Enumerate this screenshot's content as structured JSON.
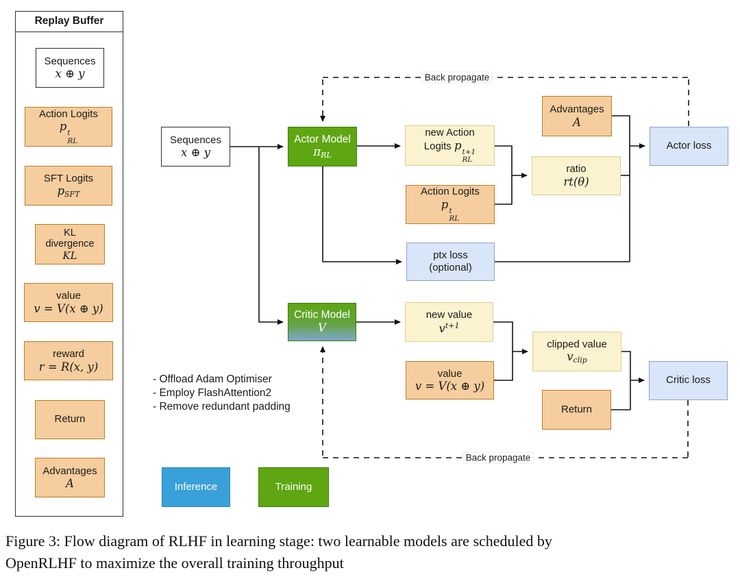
{
  "replay_buffer": {
    "title": "Replay Buffer",
    "items": {
      "sequences": {
        "line1": "Sequences",
        "math": "x ⊕ y"
      },
      "action_logits": {
        "line1": "Action Logits",
        "base": "p",
        "sup": "t",
        "sub": "RL"
      },
      "sft_logits": {
        "line1": "SFT Logits",
        "base": "p",
        "sub": "SFT"
      },
      "kl": {
        "line1": "KL",
        "line2": "divergence",
        "math": "KL"
      },
      "value": {
        "line1": "value",
        "math": "v = V(x ⊕ y)"
      },
      "reward": {
        "line1": "reward",
        "math": "r = R(x, y)"
      },
      "return": {
        "line1": "Return"
      },
      "advantages": {
        "line1": "Advantages",
        "math": "A"
      }
    }
  },
  "flow": {
    "sequences": {
      "line1": "Sequences",
      "math": "x ⊕ y"
    },
    "actor_model": {
      "line1": "Actor Model",
      "base": "π",
      "sub": "RL"
    },
    "critic_model": {
      "line1": "Critic Model",
      "math": "V"
    },
    "new_action_logits": {
      "line1": "new Action",
      "line2": "Logits",
      "base": "p",
      "sup": "t+1",
      "sub": "RL"
    },
    "action_logits": {
      "line1": "Action Logits",
      "base": "p",
      "sup": "t",
      "sub": "RL"
    },
    "ratio": {
      "line1": "ratio",
      "math": "rt(θ)"
    },
    "advantages": {
      "line1": "Advantages",
      "math": "A"
    },
    "actor_loss": {
      "label": "Actor loss"
    },
    "ptx_loss": {
      "line1": "ptx loss",
      "line2": "(optional)"
    },
    "new_value": {
      "line1": "new value",
      "base": "v",
      "sup": "t+1"
    },
    "value": {
      "line1": "value",
      "math": "v = V(x ⊕ y)"
    },
    "clipped_value": {
      "line1": "clipped value",
      "base": "v",
      "sub": "clip"
    },
    "return": {
      "label": "Return"
    },
    "critic_loss": {
      "label": "Critic loss"
    }
  },
  "edge_labels": {
    "back_propagate_top": "Back propagate",
    "back_propagate_bottom": "Back propagate"
  },
  "notes": [
    "- Offload Adam Optimiser",
    "- Employ FlashAttention2",
    "- Remove redundant padding"
  ],
  "legend": {
    "inference": "Inference",
    "training": "Training"
  },
  "caption": {
    "line1": "Figure 3: Flow diagram of RLHF in learning stage: two learnable models are scheduled by",
    "line2": "OpenRLHF to maximize the overall training throughput"
  },
  "colors": {
    "buffer_orange_fill": "#f5cd9e",
    "buffer_orange_border": "#b97c28",
    "intermediate_yellow_fill": "#fbf2cf",
    "intermediate_yellow_border": "#d9cf90",
    "loss_blue_fill": "#d9e5f8",
    "loss_blue_border": "#8ca3cb",
    "training_green": "#5ea612",
    "inference_blue": "#3aa0da",
    "critic_gradient_bottom": "#7fa7cd",
    "line_color": "#111111"
  }
}
